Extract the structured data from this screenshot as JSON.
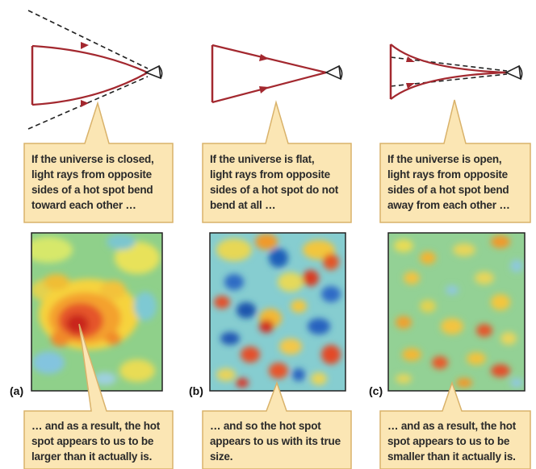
{
  "panels": [
    {
      "id": "a",
      "label": "(a)",
      "top_caption": "If the universe is closed,\nlight rays from opposite\nsides of a hot spot bend\ntoward each other …",
      "bottom_caption": "… and as a result, the hot\nspot appears to us to be\nlarger than it actually is."
    },
    {
      "id": "b",
      "label": "(b)",
      "top_caption": "If the universe is flat,\nlight rays from opposite\nsides of a hot spot do not\nbend at all …",
      "bottom_caption": "… and so the hot spot\nappears to us with its true\nsize."
    },
    {
      "id": "c",
      "label": "(c)",
      "top_caption": "If the universe is open,\nlight rays from opposite\nsides of a hot spot bend\naway from each other …",
      "bottom_caption": "… and as a result, the hot\nspot appears to us to be\nsmaller than it actually is."
    }
  ],
  "colors": {
    "ray": "#a3282f",
    "callout_fill": "#fbe6b4",
    "callout_border": "#d9b26a",
    "eye": "#222222"
  }
}
